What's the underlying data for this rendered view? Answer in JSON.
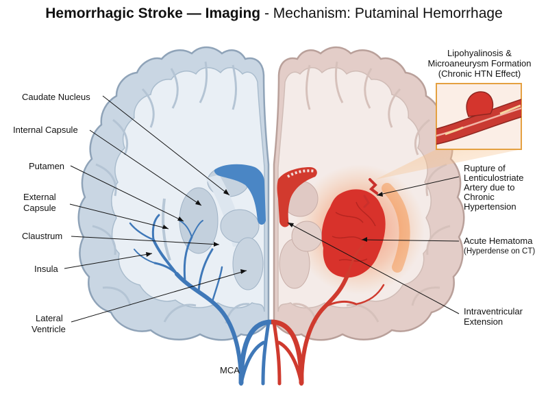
{
  "title": {
    "bold": "Hemorrhagic Stroke — Imaging",
    "rest": " - Mechanism: Putaminal Hemorrhage"
  },
  "labels_left": {
    "caudate_nucleus": "Caudate Nucleus",
    "internal_capsule": "Internal Capsule",
    "putamen": "Putamen",
    "external_capsule_1": "External",
    "external_capsule_2": "Capsule",
    "claustrum": "Claustrum",
    "insula": "Insula",
    "lateral_ventricle_1": "Lateral",
    "lateral_ventricle_2": "Ventricle"
  },
  "labels_right": {
    "inset_title_1": "Lipohyalinosis &",
    "inset_title_2": "Microaneurysm Formation",
    "inset_title_3": "(Chronic HTN Effect)",
    "rupture_1": "Rupture of",
    "rupture_2": "Lenticulostriate",
    "rupture_3": "Artery due to",
    "rupture_4": "Chronic",
    "rupture_5": "Hypertension",
    "hematoma_1": "Acute Hematoma",
    "hematoma_2": "(Hyperdense on CT)",
    "ive_1": "Intraventricular",
    "ive_2": "Extension"
  },
  "label_bottom": {
    "mca": "MCA"
  },
  "colors": {
    "left_hemisphere_fill": "#c9d6e3",
    "left_hemisphere_outline": "#8fa3b8",
    "left_white_matter": "#e9eff5",
    "right_hemisphere_fill": "#e3cdc8",
    "right_hemisphere_outline": "#b9a09a",
    "right_white_matter": "#f4ebe8",
    "ventricle_blue": "#4a86c5",
    "artery_blue": "#3f78b8",
    "hematoma_red": "#d8322b",
    "artery_red": "#cf3a2e",
    "inset_border": "#e4a040"
  }
}
